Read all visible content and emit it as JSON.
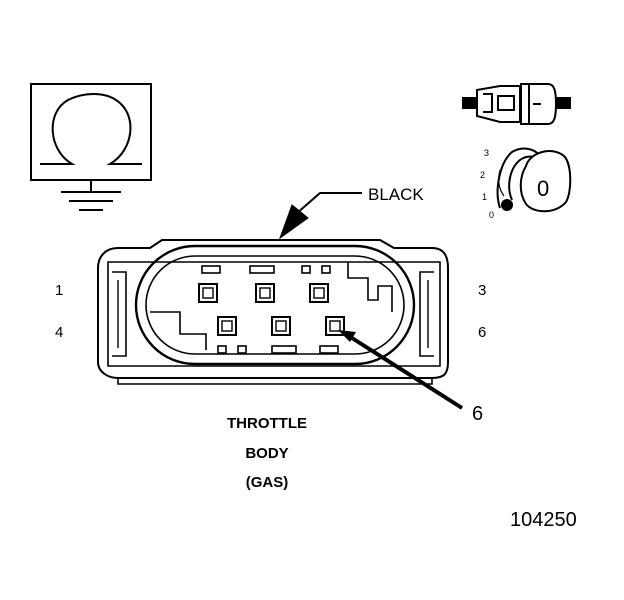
{
  "wire_color_label": "BLACK",
  "pin_labels": {
    "pin_1": "1",
    "pin_3": "3",
    "pin_4": "4",
    "pin_6": "6"
  },
  "callout_pin": "6",
  "caption": {
    "line1": "THROTTLE",
    "line2": "BODY",
    "line3": "(GAS)"
  },
  "figure_number": "104250",
  "position_indicator": {
    "scale": [
      "3",
      "2",
      "1",
      "0"
    ],
    "knob_value": "0"
  },
  "icons": [
    "ohmmeter-symbol-icon",
    "ground-icon",
    "connector-test-lead-icon",
    "rotary-switch-icon"
  ],
  "colors": {
    "ink": "#000000",
    "paper": "#ffffff"
  }
}
